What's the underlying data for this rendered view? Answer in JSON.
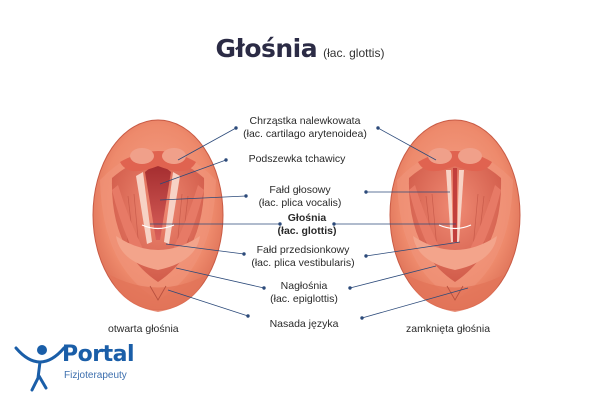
{
  "title": {
    "main": "Głośnia",
    "sub": "(łac. glottis)"
  },
  "labels": [
    {
      "id": "arytenoid",
      "line1": "Chrząstka nalewkowata",
      "line2": "(łac. cartilago arytenoidea)",
      "bold": false
    },
    {
      "id": "trachea",
      "line1": "Podszewka tchawicy",
      "line2": "",
      "bold": false
    },
    {
      "id": "vocal-fold",
      "line1": "Fałd głosowy",
      "line2": "(łac. plica vocalis)",
      "bold": false
    },
    {
      "id": "glottis",
      "line1": "Głośnia",
      "line2": "(łac. glottis)",
      "bold": true
    },
    {
      "id": "vestibular-fold",
      "line1": "Fałd przedsionkowy",
      "line2": "(łac. plica vestibularis)",
      "bold": false
    },
    {
      "id": "epiglottis",
      "line1": "Nagłośnia",
      "line2": "(łac. epiglottis)",
      "bold": false
    },
    {
      "id": "tongue-root",
      "line1": "Nasada języka",
      "line2": "",
      "bold": false
    }
  ],
  "captions": {
    "left": "otwarta głośnia",
    "right": "zamknięta głośnia"
  },
  "logo": {
    "name": "Portal",
    "tagline": "Fizjoterapeuty"
  },
  "colors": {
    "outer": "#ef8a6e",
    "outer_dark": "#d86a52",
    "inner": "#e06a58",
    "fold_light": "#f7cfc2",
    "opening": "#b83a3a",
    "line": "#2c4a7a",
    "brand": "#1a5ea8"
  }
}
